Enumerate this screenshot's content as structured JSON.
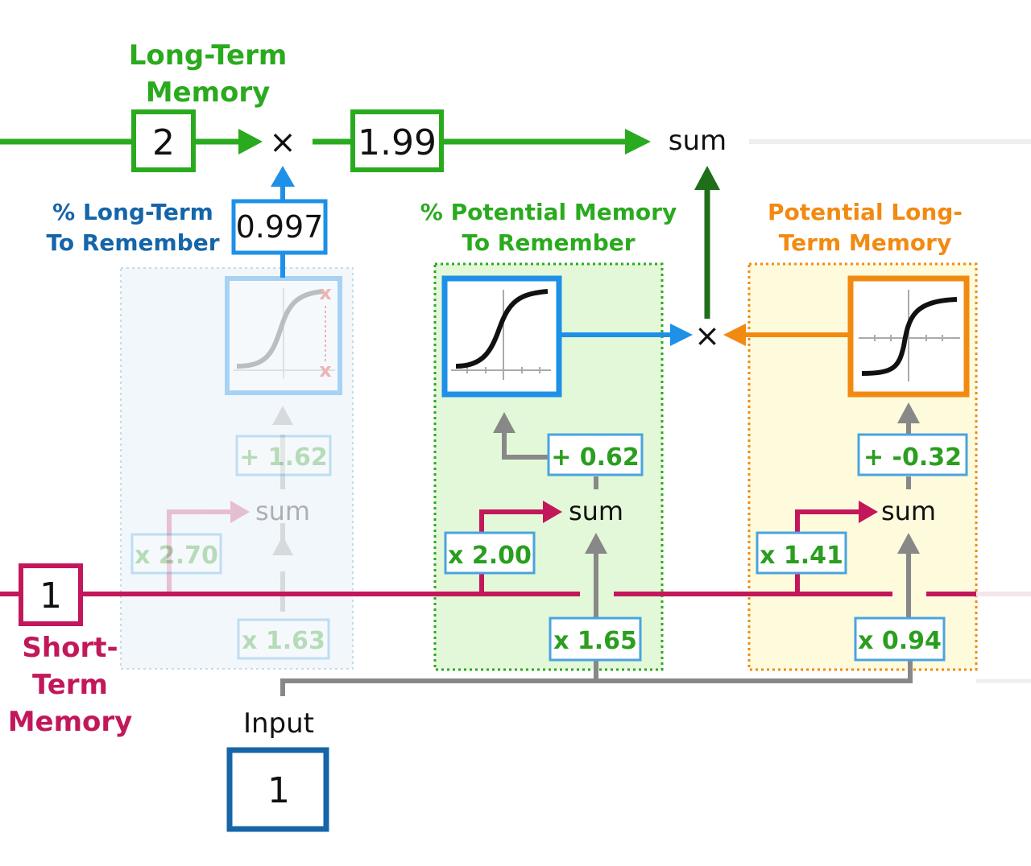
{
  "long_term": {
    "title_line1": "Long-Term",
    "title_line2": "Memory",
    "value": "2",
    "result": "1.99",
    "multiply_symbol": "×",
    "sum_label": "sum"
  },
  "short_term": {
    "value": "1",
    "title_line1": "Short-",
    "title_line2": "Term",
    "title_line3": "Memory"
  },
  "input": {
    "label": "Input",
    "value": "1"
  },
  "forget_gate": {
    "title_line1": "% Long-Term",
    "title_line2": "To Remember",
    "output": "0.997",
    "weight_short": "x 2.70",
    "weight_input": "x 1.63",
    "bias": "+ 1.62",
    "sum_label": "sum"
  },
  "input_gate": {
    "title_line1": "% Potential Memory",
    "title_line2": "To Remember",
    "weight_short": "x 2.00",
    "weight_input": "x 1.65",
    "bias": "+ 0.62",
    "sum_label": "sum"
  },
  "candidate": {
    "title_line1": "Potential Long-",
    "title_line2": "Term Memory",
    "weight_short": "x 1.41",
    "weight_input": "x 0.94",
    "bias": "+ -0.32",
    "sum_label": "sum"
  },
  "gate_multiply_symbol": "×",
  "colors": {
    "long_term_green": "#2aaa1e",
    "dark_green": "#1f6e1a",
    "short_term_magenta": "#c2185b",
    "input_blue": "#1565a8",
    "sigmoid_blue": "#1e90e8",
    "tanh_orange": "#f28a12",
    "weight_green": "#2a9e1f",
    "connector_gray": "#888888"
  }
}
